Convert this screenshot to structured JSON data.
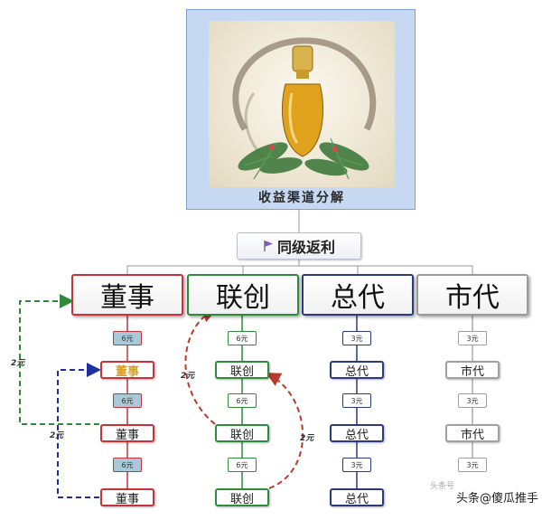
{
  "header": {
    "title": "收益渠道分解"
  },
  "rebate": {
    "label": "同级返利",
    "flag_color": "#7a5ccf"
  },
  "levels": [
    {
      "id": "dongshi",
      "label": "董事",
      "color": "#c8323a"
    },
    {
      "id": "lianchuang",
      "label": "联创",
      "color": "#2e8b3a"
    },
    {
      "id": "zongdai",
      "label": "总代",
      "color": "#2b3a7a"
    },
    {
      "id": "shidai",
      "label": "市代",
      "color": "#9a9a9a"
    }
  ],
  "columns": {
    "dongshi": {
      "amount_1": "6元",
      "node_1": "董事",
      "amount_2": "6元",
      "node_2": "董事",
      "amount_3": "6元",
      "node_3": "董事"
    },
    "lianchuang": {
      "amount_1": "6元",
      "node_1": "联创",
      "amount_2": "6元",
      "node_2": "联创",
      "amount_3": "6元",
      "node_3": "联创"
    },
    "zongdai": {
      "amount_1": "3元",
      "node_1": "总代",
      "amount_2": "3元",
      "node_2": "总代",
      "amount_3": "3元",
      "node_3": "总代"
    },
    "shidai": {
      "amount_1": "3元",
      "node_1": "市代",
      "amount_2": "3元",
      "node_2": "市代",
      "amount_3": "3元"
    }
  },
  "rebate_arrows": {
    "dongshi_outer": "2元",
    "dongshi_inner": "2元",
    "lianchuang_upper": "2元",
    "lianchuang_lower": "2元"
  },
  "watermark": {
    "text": "头条@傻瓜推手",
    "faint": "头条号"
  }
}
